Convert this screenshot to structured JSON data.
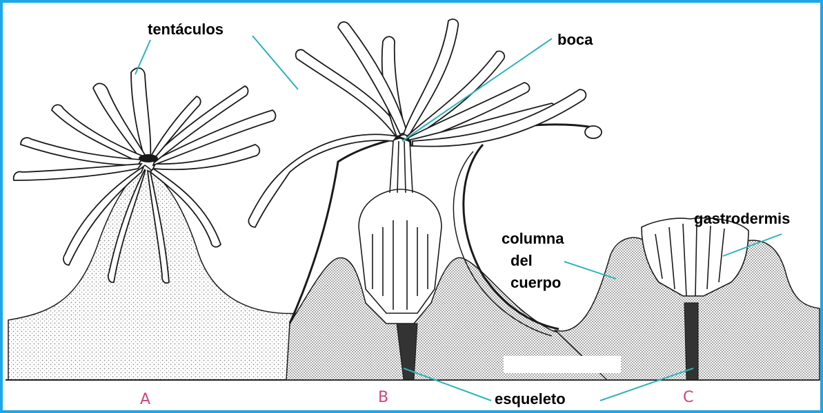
{
  "labels": {
    "tentaculos": "tentáculos",
    "boca": "boca",
    "gastrodermis": "gastrodermis",
    "columna_line1": "columna",
    "columna_line2": "del",
    "columna_line3": "cuerpo",
    "esqueleto": "esqueleto"
  },
  "letters": {
    "a": "A",
    "b": "B",
    "c": "C"
  },
  "colors": {
    "frame": "#1ea6e8",
    "leader_line": "#2bb3b8",
    "letter": "#d0457a",
    "ink": "#1a1a1a",
    "stipple": "#8a8a8a"
  }
}
